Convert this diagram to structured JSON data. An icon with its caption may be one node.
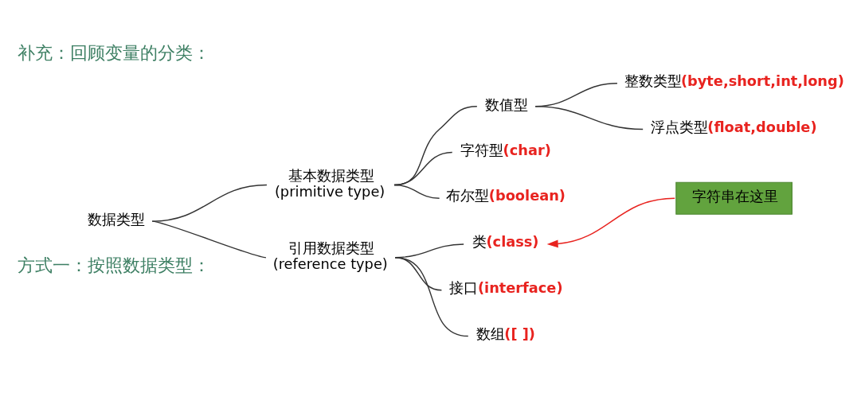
{
  "diagram": {
    "title": "补充：回顾变量的分类：",
    "nodes": [
      {
        "text": [
          "数据类型"
        ]
      },
      {
        "text": [
          "基本数据类型",
          "(primitive type)"
        ]
      },
      {
        "text": [
          "数值型"
        ]
      },
      {
        "text": [
          "整数类型**(byte,short,int,long)**"
        ]
      },
      {
        "text": [
          "浮点类型**(float,double)**"
        ]
      },
      {
        "text": [
          "字符型**(char)**"
        ]
      },
      {
        "text": [
          "布尔型**(boolean)**"
        ]
      },
      {
        "text": [
          "引用数据类型",
          "(reference type)"
        ]
      },
      {
        "text": [
          "类**(class)**"
        ]
      },
      {
        "text": [
          "接口**(interface)**"
        ]
      },
      {
        "text": [
          "数组**([ ])**"
        ]
      },
      {
        "text": [
          "字符串在这里"
        ]
      }
    ],
    "edges": [
      {
        "from": 0,
        "to": 1,
        "arrow": "none"
      },
      {
        "from": 0,
        "to": 7,
        "arrow": "none"
      },
      {
        "from": 1,
        "to": 2,
        "arrow": "none"
      },
      {
        "from": 1,
        "to": 5,
        "arrow": "none"
      },
      {
        "from": 1,
        "to": 6,
        "arrow": "none"
      },
      {
        "from": 2,
        "to": 3,
        "arrow": "none"
      },
      {
        "from": 2,
        "to": 4,
        "arrow": "none"
      },
      {
        "from": 7,
        "to": 8,
        "arrow": "none"
      },
      {
        "from": 7,
        "to": 9,
        "arrow": "none"
      },
      {
        "from": 7,
        "to": 10,
        "arrow": "none"
      },
      {
        "from": 11,
        "to": 8,
        "arrow": "to",
        "color": "#e8231f"
      }
    ],
    "labels": [
      "方式一：按照数据类型："
    ]
  }
}
